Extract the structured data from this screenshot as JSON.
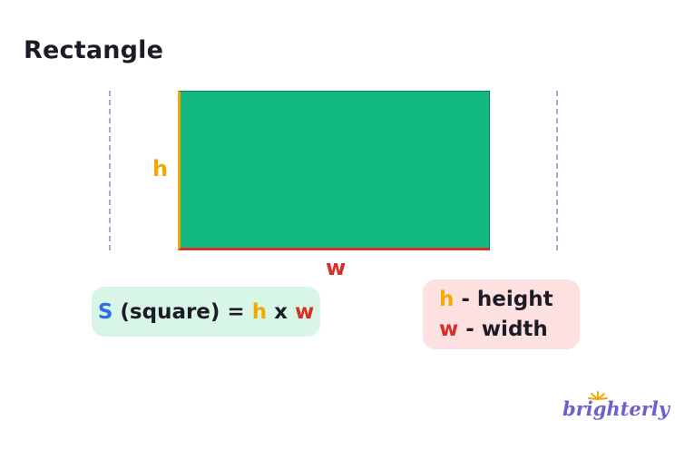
{
  "title": "Rectangle",
  "labels": {
    "h": "h",
    "w": "w"
  },
  "formula": {
    "s": "S",
    "text": " (square) = ",
    "h": "h",
    "times": " x ",
    "w": "w"
  },
  "legend": [
    {
      "symbol": "h",
      "text": " - height"
    },
    {
      "symbol": "w",
      "text": " - width"
    }
  ],
  "logo": {
    "text": "brighterly"
  },
  "icons": {
    "logo_sun": "sun-rays-icon"
  },
  "colors": {
    "rectangle_fill": "#12b981",
    "height_color": "#f2a900",
    "width_color": "#d92d27",
    "s_color": "#2f6fe4",
    "formula_bg": "#d8f6e6",
    "legend_bg": "#fde0e0",
    "guide_dash": "#9db0dd",
    "logo_color": "#6a61c9",
    "text_dark": "#1c1c28"
  }
}
